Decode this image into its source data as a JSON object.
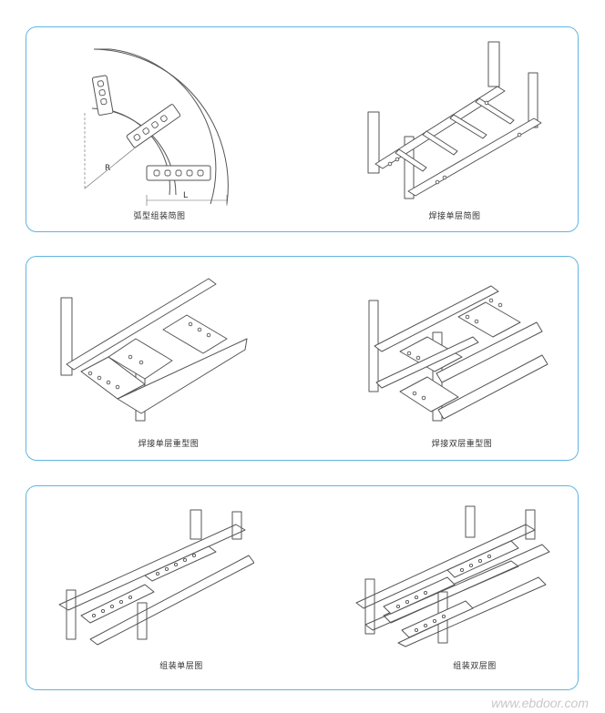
{
  "panels": [
    {
      "left_caption": "弧型组装简图",
      "right_caption": "焊接单层简图"
    },
    {
      "left_caption": "焊接单层重型图",
      "right_caption": "焊接双层重型图"
    },
    {
      "left_caption": "组装单层图",
      "right_caption": "组装双层图"
    }
  ],
  "dimension_labels": {
    "radius": "R",
    "length": "L"
  },
  "watermark": "www.ebdoor.com",
  "colors": {
    "panel_border": "#5fb6e0",
    "line": "#555555",
    "watermark": "#c8c8c8"
  }
}
